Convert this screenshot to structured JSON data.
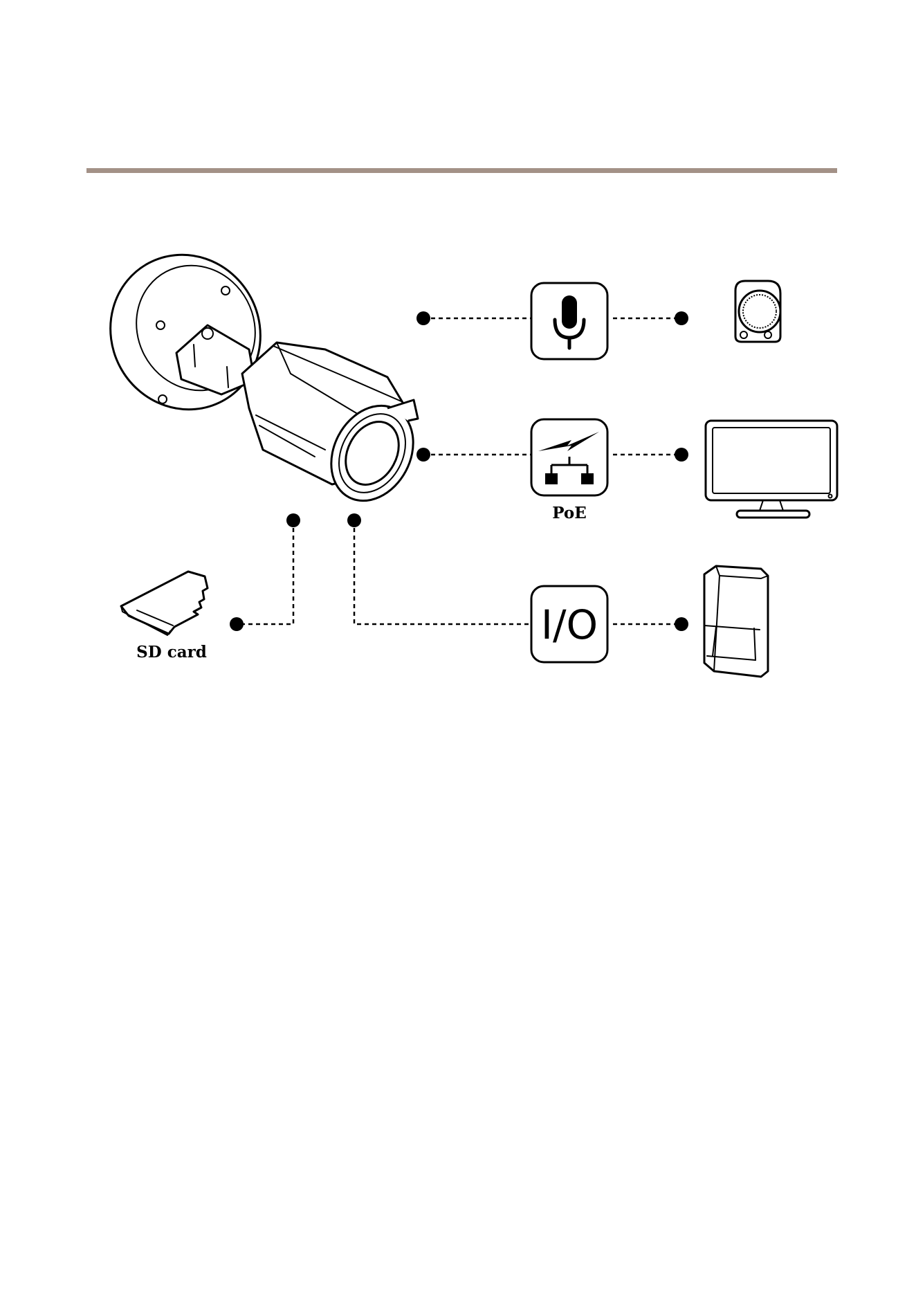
{
  "labels": {
    "poe": "PoE",
    "io": "I/O",
    "sd_card": "SD card"
  },
  "colors": {
    "rule": "#a39187",
    "ink": "#000000"
  },
  "icons": {
    "camera": "bullet-camera-icon",
    "microphone": "microphone-icon",
    "poe": "poe-network-icon",
    "io": "io-icon",
    "speaker": "speaker-icon",
    "monitor": "monitor-icon",
    "sensor": "pir-sensor-icon",
    "sd": "sd-card-icon"
  }
}
